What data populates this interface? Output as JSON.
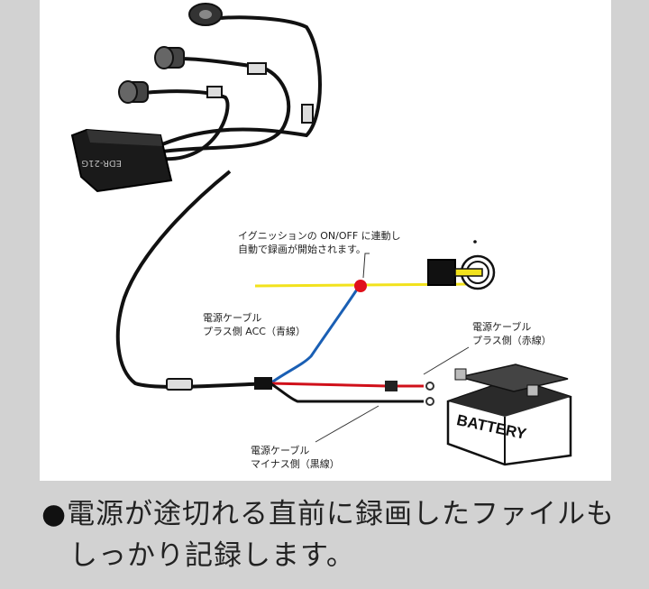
{
  "notes": {
    "ignition_line1": "イグニッションの ON/OFF に連動し",
    "ignition_line2": "自動で録画が開始されます。",
    "acc_line1": "電源ケーブル",
    "acc_line2": "プラス側 ACC（青線）",
    "plus_line1": "電源ケーブル",
    "plus_line2": "プラス側（赤線）",
    "minus_line1": "電源ケーブル",
    "minus_line2": "マイナス側（黒線）"
  },
  "battery_label": "BATTERY",
  "device_label": "EDR-21G",
  "caption": {
    "bullet": "●",
    "line1": "電源が途切れる直前に録画したファイルも",
    "line2": "しっかり記録します。"
  },
  "colors": {
    "acc_wire": "#1a5fb4",
    "plus_wire": "#d0101a",
    "ignition_line": "#f2e21c",
    "junction_dot": "#e0101a",
    "background": "#d2d2d2"
  },
  "icons": [
    "ignition-key-icon",
    "battery-icon",
    "camera-icon",
    "recorder-unit-icon"
  ]
}
